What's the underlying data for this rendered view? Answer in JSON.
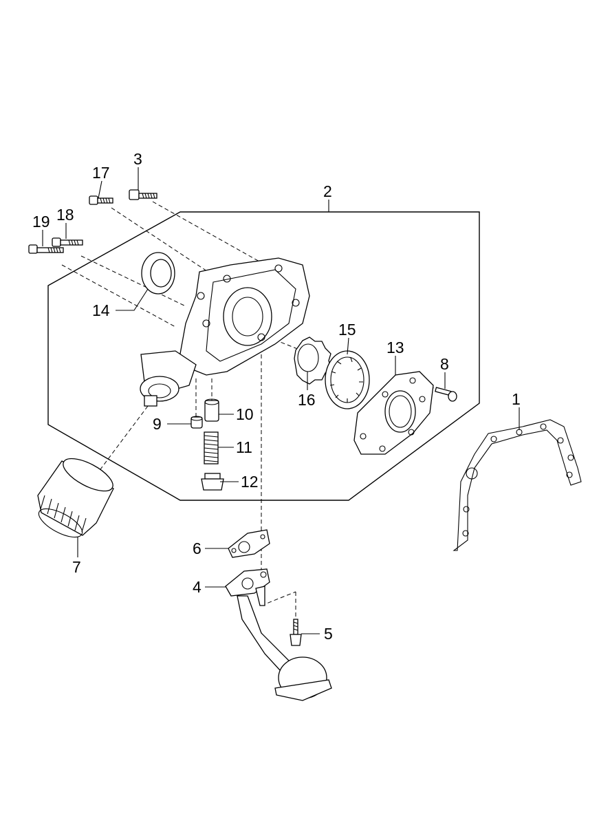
{
  "diagram": {
    "callouts": [
      {
        "id": "1",
        "text": "1"
      },
      {
        "id": "2",
        "text": "2"
      },
      {
        "id": "3",
        "text": "3"
      },
      {
        "id": "4",
        "text": "4"
      },
      {
        "id": "5",
        "text": "5"
      },
      {
        "id": "6",
        "text": "6"
      },
      {
        "id": "7",
        "text": "7"
      },
      {
        "id": "8",
        "text": "8"
      },
      {
        "id": "9",
        "text": "9"
      },
      {
        "id": "10",
        "text": "10"
      },
      {
        "id": "11",
        "text": "11"
      },
      {
        "id": "12",
        "text": "12"
      },
      {
        "id": "13",
        "text": "13"
      },
      {
        "id": "14",
        "text": "14"
      },
      {
        "id": "15",
        "text": "15"
      },
      {
        "id": "16",
        "text": "16"
      },
      {
        "id": "17",
        "text": "17"
      },
      {
        "id": "18",
        "text": "18"
      },
      {
        "id": "19",
        "text": "19"
      }
    ],
    "line_color": "#000000",
    "background_color": "#ffffff"
  }
}
